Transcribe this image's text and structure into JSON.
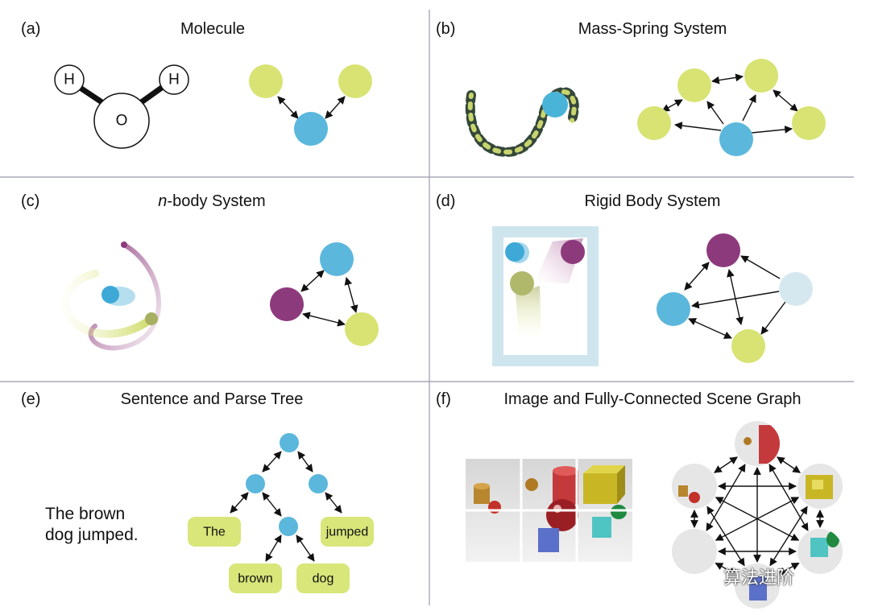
{
  "panels": {
    "a": {
      "tag": "(a)",
      "title": "Molecule",
      "atoms": [
        "H",
        "O",
        "H"
      ]
    },
    "b": {
      "tag": "(b)",
      "title": "Mass-Spring System"
    },
    "c": {
      "tag": "(c)",
      "title_italic": "n",
      "title_rest": "-body System"
    },
    "d": {
      "tag": "(d)",
      "title": "Rigid Body System"
    },
    "e": {
      "tag": "(e)",
      "title": "Sentence and Parse Tree",
      "sentence_line1": "The brown",
      "sentence_line2": "dog jumped.",
      "words": [
        "The",
        "jumped",
        "brown",
        "dog"
      ]
    },
    "f": {
      "tag": "(f)",
      "title": "Image and Fully-Connected Scene Graph"
    }
  },
  "watermark": "算法进阶",
  "colors": {
    "green": "#d8e373",
    "blue": "#5bb7dc",
    "purple": "#8d3a7c",
    "pale_blue": "#d6e8ef",
    "grid": "#a8a8b8",
    "frame": "#cfe5ee",
    "word_box": "#d8e67a"
  }
}
